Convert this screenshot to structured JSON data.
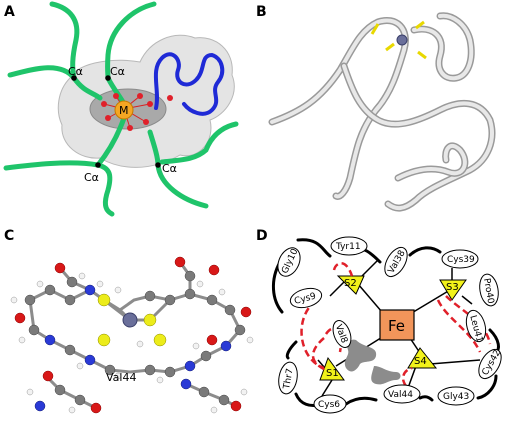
{
  "panels": {
    "a": {
      "letter": "A",
      "calpha": [
        "Cα",
        "Cα",
        "Cα",
        "Cα"
      ],
      "metal": "M"
    },
    "b": {
      "letter": "B"
    },
    "c": {
      "letter": "C",
      "residue_label": "Val44"
    },
    "d": {
      "letter": "D",
      "center": "Fe",
      "sulfurs": [
        "S1",
        "S2",
        "S3",
        "S4"
      ],
      "residues": [
        "Gly10",
        "Tyr11",
        "Val38",
        "Cys39",
        "Pro40",
        "Cys9",
        "Leu41",
        "Val8",
        "Thr7",
        "Cys42",
        "Cys6",
        "Val44",
        "Gly43"
      ]
    }
  },
  "colors": {
    "backbone": "#1fc46a",
    "loop": "#1f2ad6",
    "metal": "#f5a623",
    "ligand_atom": "#e0202a",
    "sulfur": "#f2f21a",
    "fe_box": "#f2955a",
    "hbond": "#e0202a"
  }
}
